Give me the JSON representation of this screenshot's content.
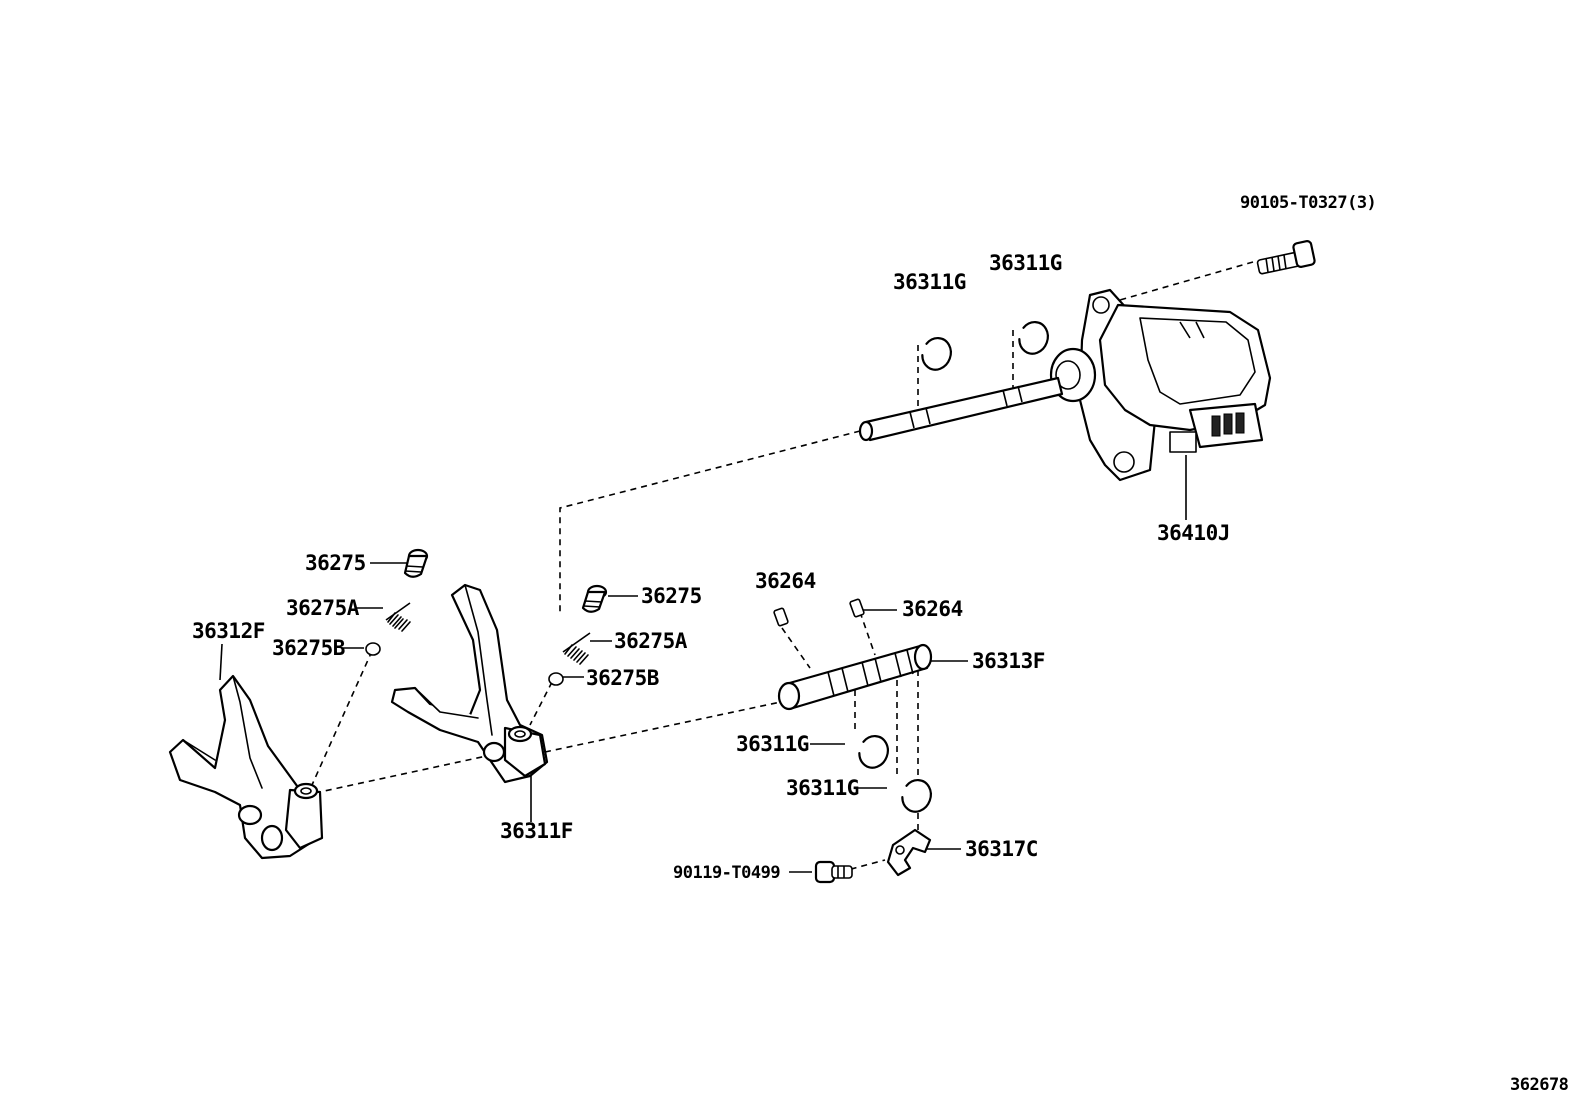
{
  "diagram": {
    "part_labels": [
      "90105-T0327(3)",
      "36311G",
      "36311G",
      "36410J",
      "36275",
      "36275A",
      "36312F",
      "36275B",
      "36275",
      "36275A",
      "36275B",
      "36264",
      "36264",
      "36313F",
      "36311G",
      "36311G",
      "36311F",
      "36317C",
      "90119-T0499"
    ],
    "figure_number": "362678"
  }
}
